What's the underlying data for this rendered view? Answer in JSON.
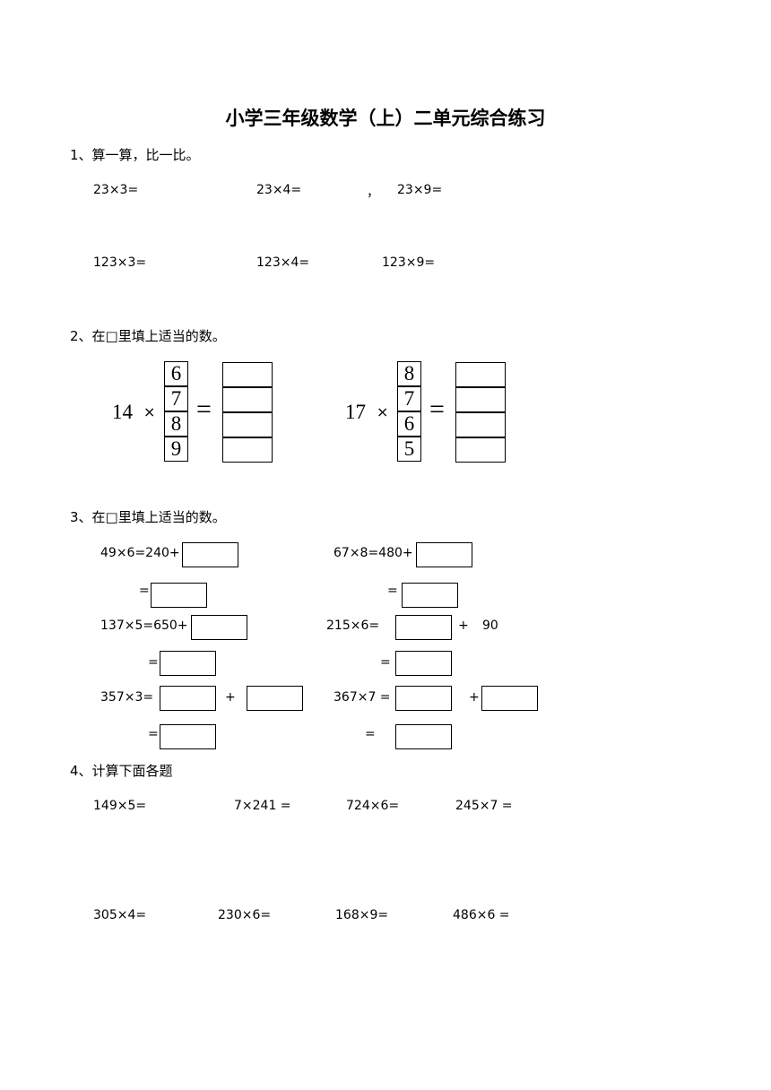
{
  "title": "小学三年级数学（上）二单元综合练习",
  "q1": {
    "heading": "1、算一算，比一比。",
    "row1": [
      "23×3=",
      "23×4=",
      "，",
      "23×9="
    ],
    "row2": [
      "123×3=",
      "123×4=",
      "123×9="
    ]
  },
  "q2": {
    "heading": "2、在□里填上适当的数。",
    "left": {
      "multiplicand": "14",
      "times": "×",
      "digits": [
        "6",
        "7",
        "8",
        "9"
      ],
      "equals": "="
    },
    "right": {
      "multiplicand": "17",
      "times": "×",
      "digits": [
        "8",
        "7",
        "6",
        "5"
      ],
      "equals": "="
    }
  },
  "q3": {
    "heading": "3、在□里填上适当的数。",
    "left": {
      "a1": "49×6=240+",
      "a2": "=",
      "b1": "137×5=650+",
      "b2": "=",
      "c1": "357×3=",
      "c_plus": "+",
      "c2": "="
    },
    "right": {
      "a1": "67×8=480+",
      "a2": "=",
      "b1": "215×6=",
      "b_plus": "+",
      "b_num": "90",
      "b2": "=",
      "c1": "367×7 =",
      "c_plus": "+",
      "c2": "="
    }
  },
  "q4": {
    "heading": "4、计算下面各题",
    "row1": [
      "149×5=",
      "7×241 =",
      "724×6=",
      "245×7 ="
    ],
    "row2": [
      "305×4=",
      "230×6=",
      "168×9=",
      "486×6 ="
    ]
  }
}
